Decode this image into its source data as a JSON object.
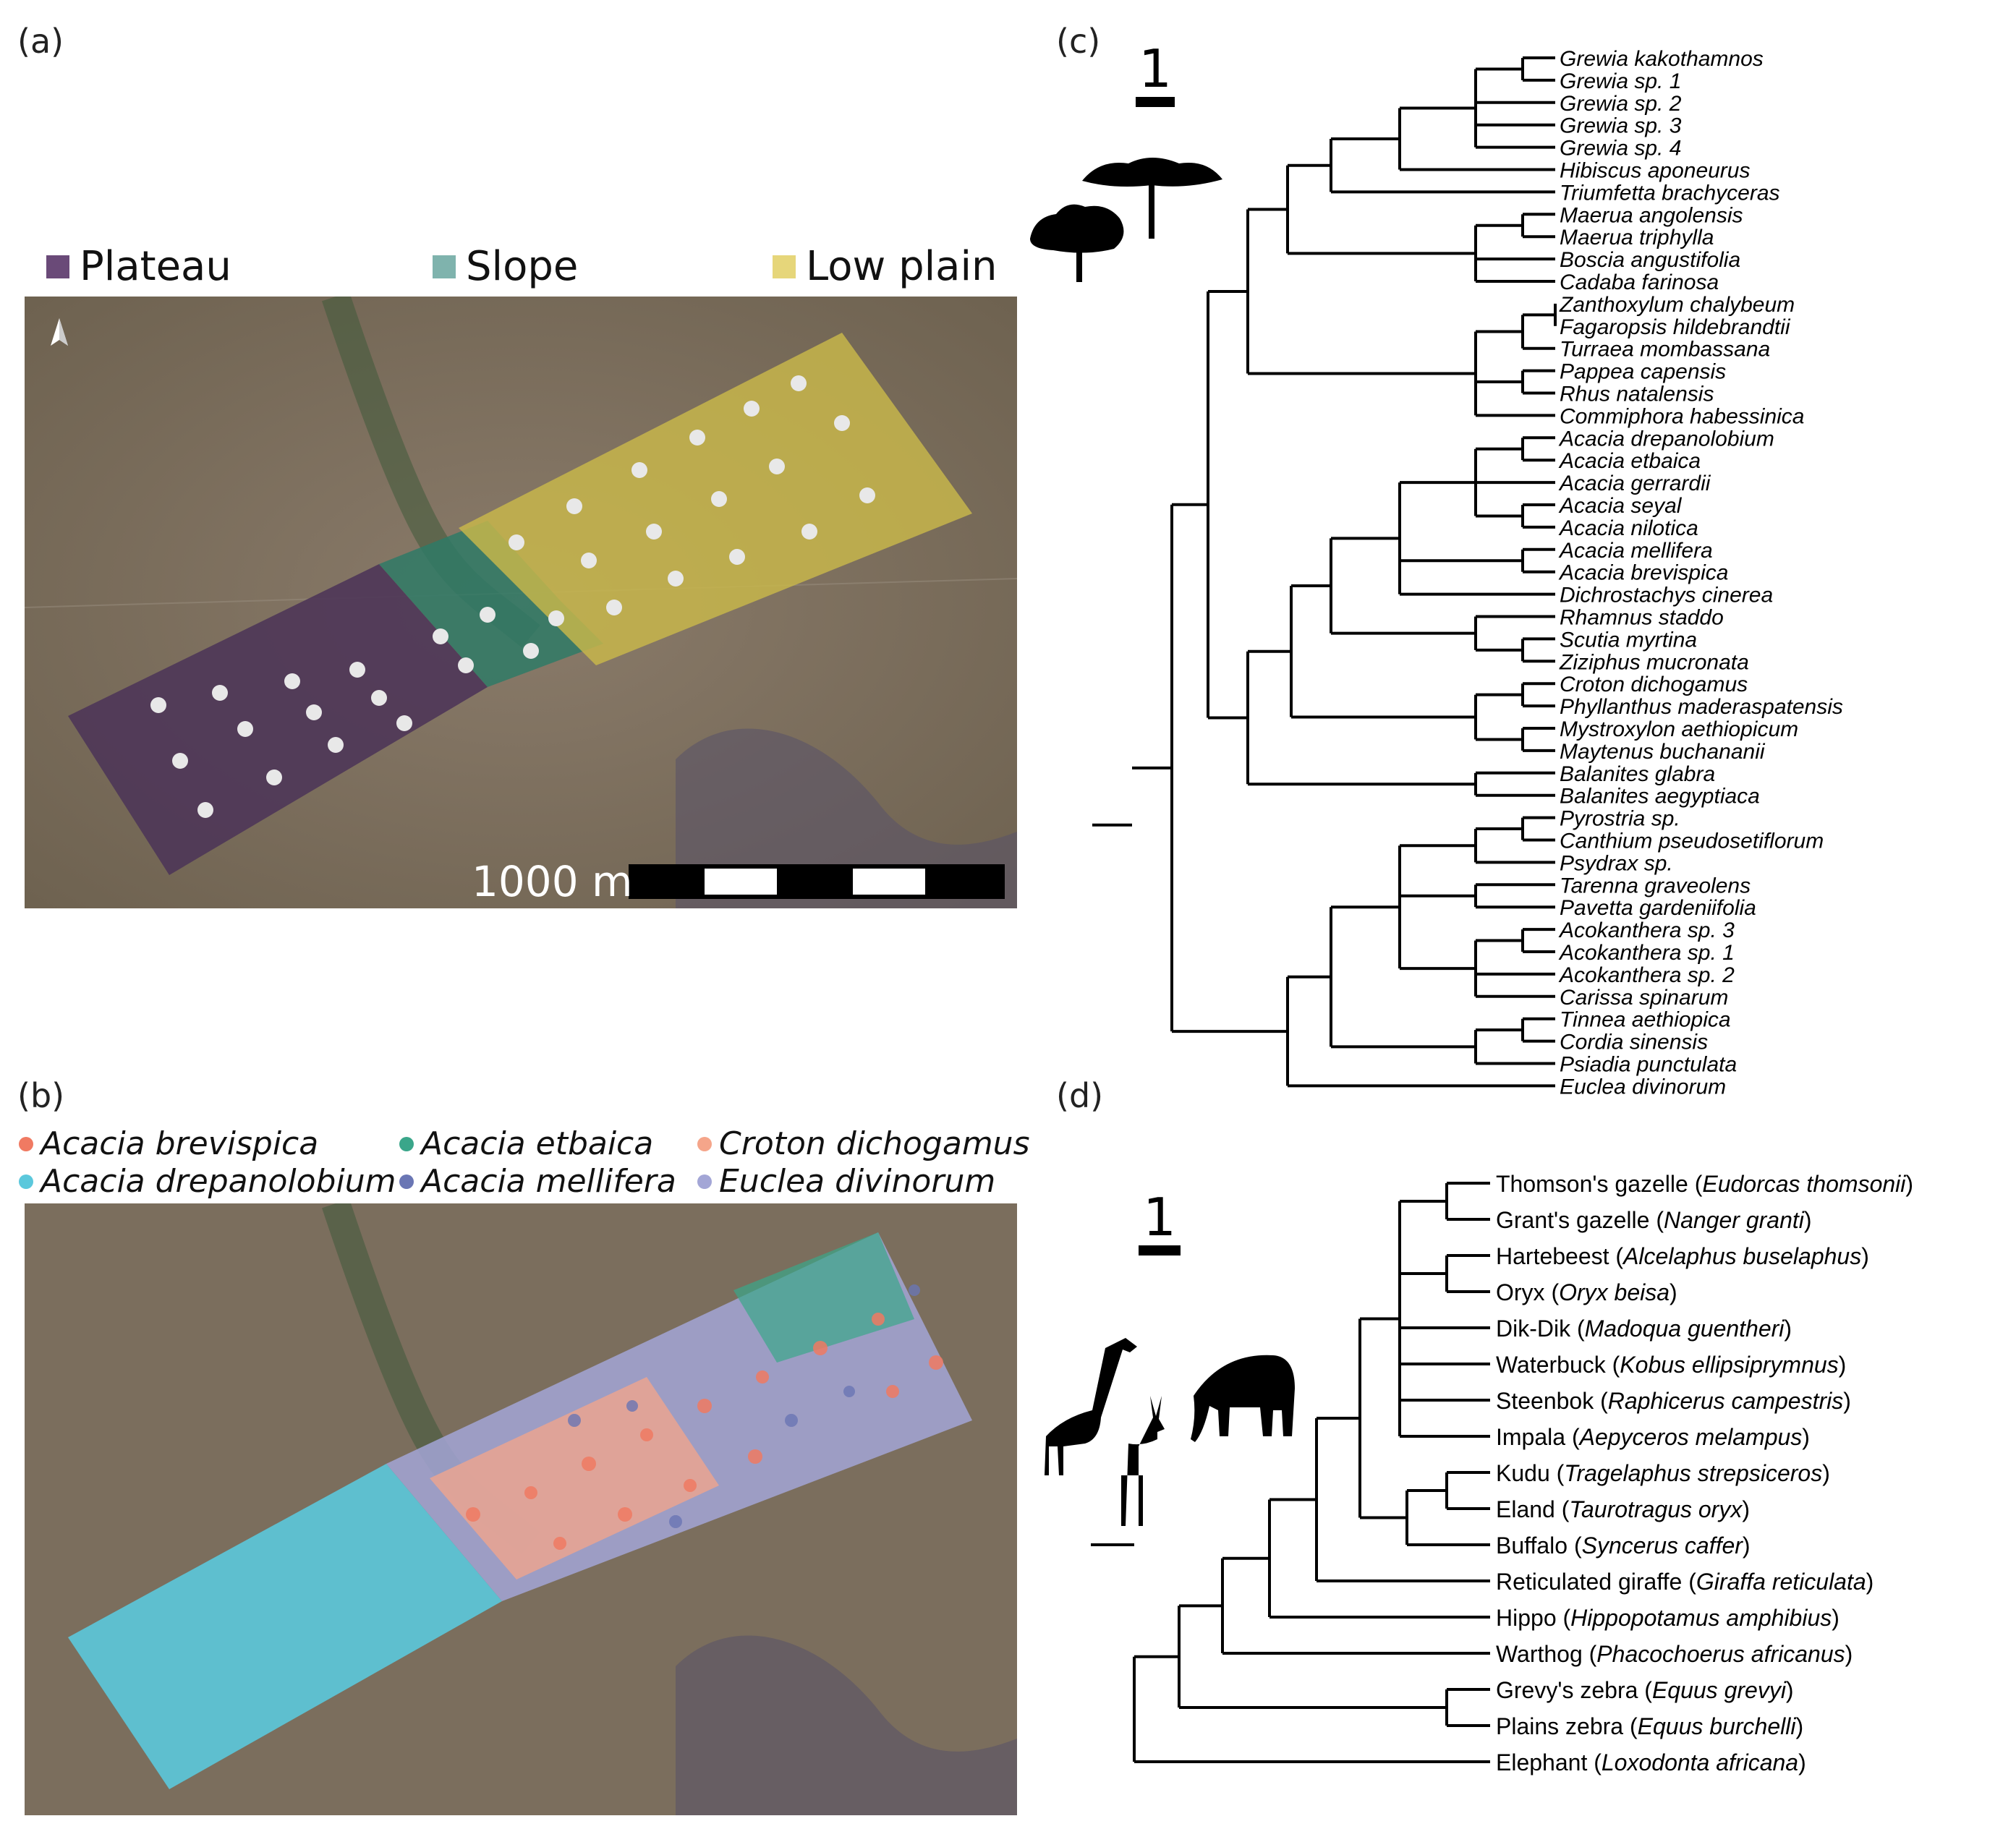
{
  "panel_labels": {
    "a": "(a)",
    "b": "(b)",
    "c": "(c)",
    "d": "(d)"
  },
  "panel_a": {
    "legend": [
      {
        "label": "Plateau",
        "color": "#6a4a78"
      },
      {
        "label": "Slope",
        "color": "#7fb3ad"
      },
      {
        "label": "Low plain",
        "color": "#e6d67a"
      }
    ],
    "scale_bar_label": "1000 m",
    "colors": {
      "plateau": "#4e3658",
      "slope": "#2f7a66",
      "low_plain": "#c9b84a",
      "points": "#e8e8e8"
    }
  },
  "panel_b": {
    "legend": [
      {
        "label": "Acacia brevispica",
        "color": "#f07a62"
      },
      {
        "label": "Acacia etbaica",
        "color": "#3aa68a"
      },
      {
        "label": "Croton dichogamus",
        "color": "#f5a58a"
      },
      {
        "label": "Acacia drepanolobium",
        "color": "#5bc8dc"
      },
      {
        "label": "Acacia mellifera",
        "color": "#6a76b4"
      },
      {
        "label": "Euclea divinorum",
        "color": "#a3a6d6"
      }
    ]
  },
  "panel_c": {
    "scale_label": "1",
    "tips": [
      "Grewia kakothamnos",
      "Grewia sp. 1",
      "Grewia sp. 2",
      "Grewia sp. 3",
      "Grewia sp. 4",
      "Hibiscus aponeurus",
      "Triumfetta brachyceras",
      "Maerua angolensis",
      "Maerua triphylla",
      "Boscia angustifolia",
      "Cadaba farinosa",
      "Zanthoxylum chalybeum",
      "Fagaropsis hildebrandtii",
      "Turraea mombassana",
      "Pappea capensis",
      "Rhus natalensis",
      "Commiphora habessinica",
      "Acacia drepanolobium",
      "Acacia etbaica",
      "Acacia gerrardii",
      "Acacia seyal",
      "Acacia nilotica",
      "Acacia mellifera",
      "Acacia brevispica",
      "Dichrostachys cinerea",
      "Rhamnus staddo",
      "Scutia myrtina",
      "Ziziphus mucronata",
      "Croton dichogamus",
      "Phyllanthus maderaspatensis",
      "Mystroxylon aethiopicum",
      "Maytenus buchananii",
      "Balanites glabra",
      "Balanites aegyptiaca",
      "Pyrostria sp.",
      "Canthium pseudosetiflorum",
      "Psydrax sp.",
      "Tarenna graveolens",
      "Pavetta gardeniifolia",
      "Acokanthera sp. 3",
      "Acokanthera sp. 1",
      "Acokanthera sp. 2",
      "Carissa spinarum",
      "Tinnea aethiopica",
      "Cordia sinensis",
      "Psiadia punctulata",
      "Euclea divinorum"
    ]
  },
  "panel_d": {
    "scale_label": "1",
    "tips": [
      {
        "common": "Thomson's gazelle",
        "latin": "Eudorcas thomsonii"
      },
      {
        "common": "Grant's gazelle",
        "latin": "Nanger granti"
      },
      {
        "common": "Hartebeest",
        "latin": "Alcelaphus buselaphus"
      },
      {
        "common": "Oryx",
        "latin": "Oryx beisa"
      },
      {
        "common": "Dik-Dik",
        "latin": "Madoqua guentheri"
      },
      {
        "common": "Waterbuck",
        "latin": "Kobus ellipsiprymnus"
      },
      {
        "common": "Steenbok",
        "latin": "Raphicerus campestris"
      },
      {
        "common": "Impala",
        "latin": "Aepyceros melampus"
      },
      {
        "common": "Kudu",
        "latin": "Tragelaphus strepsiceros"
      },
      {
        "common": "Eland",
        "latin": "Taurotragus oryx"
      },
      {
        "common": "Buffalo",
        "latin": "Syncerus caffer"
      },
      {
        "common": "Reticulated giraffe",
        "latin": "Giraffa reticulata"
      },
      {
        "common": "Hippo",
        "latin": "Hippopotamus amphibius"
      },
      {
        "common": "Warthog",
        "latin": "Phacochoerus africanus"
      },
      {
        "common": "Grevy's zebra",
        "latin": "Equus grevyi"
      },
      {
        "common": "Plains zebra",
        "latin": "Equus burchelli"
      },
      {
        "common": "Elephant",
        "latin": "Loxodonta africana"
      }
    ]
  }
}
